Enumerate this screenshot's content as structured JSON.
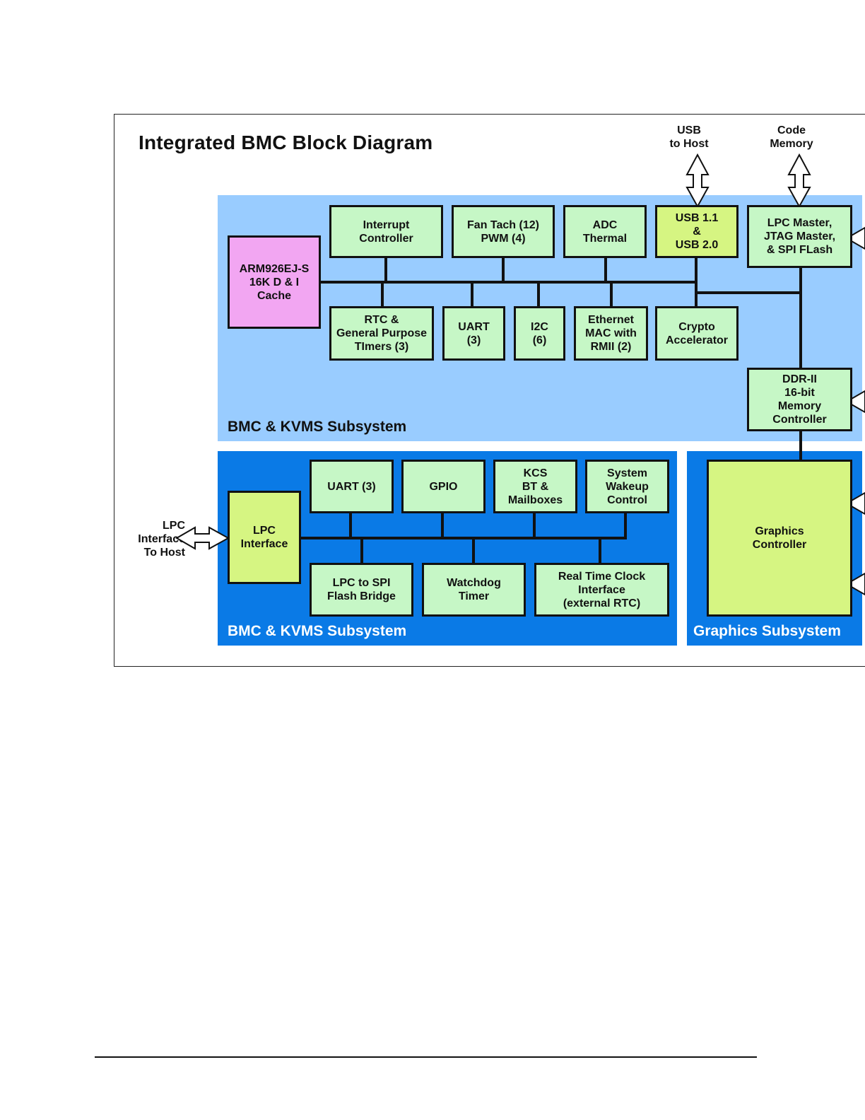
{
  "title": "Integrated BMC Block Diagram",
  "external": {
    "usb_host": "USB\nto Host",
    "code_memory": "Code\nMemory",
    "lpc_host": "LPC\nInterface\nTo Host"
  },
  "regions": {
    "bmc_top_label": "BMC & KVMS Subsystem",
    "bmc_bottom_label": "BMC & KVMS Subsystem",
    "graphics_label": "Graphics Subsystem"
  },
  "blocks": {
    "arm": "ARM926EJ-S\n16K D & I\nCache",
    "interrupt": "Interrupt\nController",
    "fantach": "Fan Tach (12)\nPWM (4)",
    "adc": "ADC\nThermal",
    "usb": "USB 1.1\n&\nUSB 2.0",
    "lpc_master": "LPC Master,\nJTAG Master,\n& SPI FLash",
    "rtc_timers": "RTC &\nGeneral Purpose\nTImers (3)",
    "uart_top": "UART\n(3)",
    "i2c": "I2C\n(6)",
    "ethernet": "Ethernet\nMAC with\nRMII (2)",
    "crypto": "Crypto\nAccelerator",
    "ddr": "DDR-II\n16-bit\nMemory\nController",
    "lpc_if": "LPC\nInterface",
    "uart_bot": "UART (3)",
    "gpio": "GPIO",
    "kcs": "KCS\nBT &\nMailboxes",
    "wakeup": "System\nWakeup\nControl",
    "lpc_spi": "LPC to SPI\nFlash Bridge",
    "watchdog": "Watchdog\nTimer",
    "rtc_if": "Real Time Clock\nInterface\n(external RTC)",
    "graphics": "Graphics\nController"
  },
  "colors": {
    "bmc_top_region": "#99ccff",
    "bmc_bottom_region": "#0a7ae6",
    "peripheral_block": "#c6f7c6",
    "highlight_block": "#d6f582",
    "cpu_block": "#f2a6f2"
  }
}
